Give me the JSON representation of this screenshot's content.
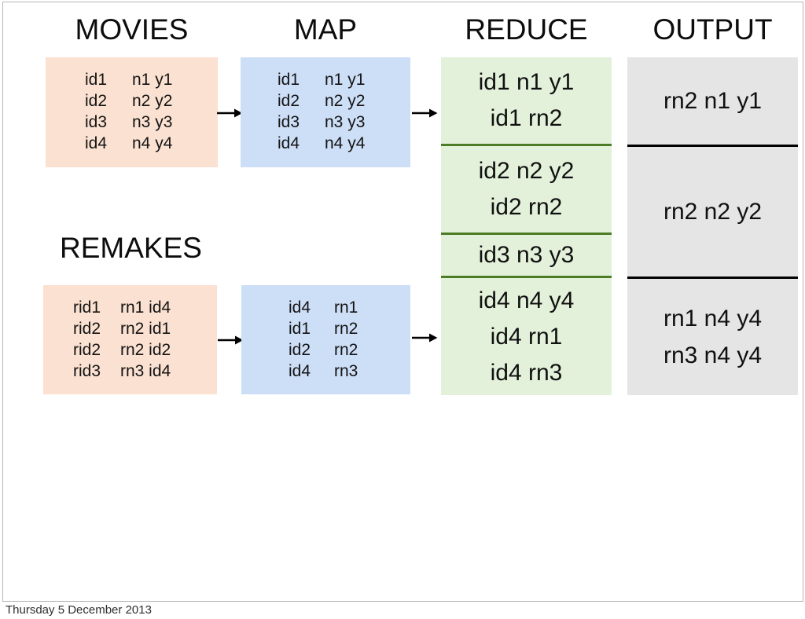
{
  "slide": {
    "headers": {
      "movies": "MOVIES",
      "map": "MAP",
      "reduce": "REDUCE",
      "output": "OUTPUT",
      "remakes": "REMAKES"
    },
    "movies_table": [
      [
        "id1",
        "n1 y1"
      ],
      [
        "id2",
        "n2 y2"
      ],
      [
        "id3",
        "n3 y3"
      ],
      [
        "id4",
        "n4 y4"
      ]
    ],
    "map_movies_table": [
      [
        "id1",
        "n1 y1"
      ],
      [
        "id2",
        "n2 y2"
      ],
      [
        "id3",
        "n3 y3"
      ],
      [
        "id4",
        "n4 y4"
      ]
    ],
    "remakes_table": [
      [
        "rid1",
        "rn1 id4"
      ],
      [
        "rid2",
        "rn2 id1"
      ],
      [
        "rid2",
        "rn2 id2"
      ],
      [
        "rid3",
        "rn3 id4"
      ]
    ],
    "map_remakes_table": [
      [
        "id4",
        "rn1"
      ],
      [
        "id1",
        "rn2"
      ],
      [
        "id2",
        "rn2"
      ],
      [
        "id4",
        "rn3"
      ]
    ],
    "reduce_groups": [
      [
        "id1 n1 y1",
        "id1 rn2"
      ],
      [
        "id2 n2 y2",
        "id2 rn2"
      ],
      [
        "id3 n3 y3"
      ],
      [
        "id4 n4 y4",
        "id4 rn1",
        "id4 rn3"
      ]
    ],
    "output_groups": [
      [
        "rn2 n1 y1"
      ],
      [
        "rn2 n2 y2"
      ],
      [
        "rn1 n4 y4",
        "rn3 n4 y4"
      ]
    ],
    "footer_date": "Thursday 5 December 2013",
    "colors": {
      "source_box_fill": "#fbe1d1",
      "map_box_fill": "#cddef7",
      "reduce_box_fill": "#e3f1da",
      "output_box_fill": "#e5e5e5",
      "reduce_divider": "#4d7c27",
      "output_divider": "#000000",
      "slide_border": "#b5b5b5"
    }
  }
}
